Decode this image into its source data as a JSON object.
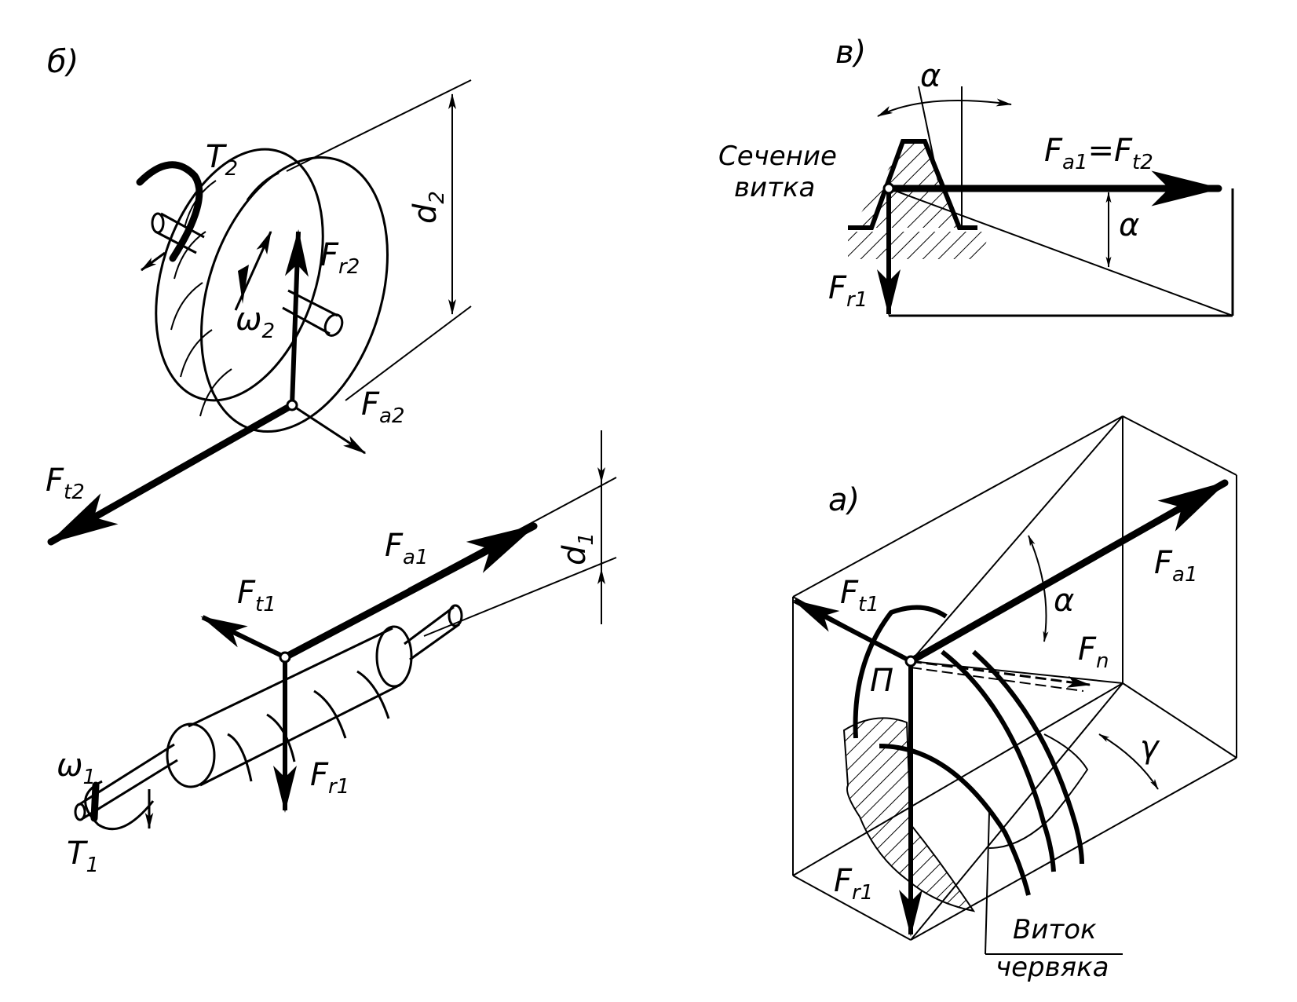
{
  "panels": {
    "b": {
      "label": "б)"
    },
    "v": {
      "label": "в)"
    },
    "a": {
      "label": "а)"
    }
  },
  "panel_b": {
    "T2": {
      "main": "T",
      "sub": "2"
    },
    "d2": {
      "main": "d",
      "sub": "2"
    },
    "Fr2": {
      "main": "F",
      "sub": "r2"
    },
    "omega2": {
      "main": "ω",
      "sub": "2"
    },
    "Fa2": {
      "main": "F",
      "sub": "a2"
    },
    "Ft2": {
      "main": "F",
      "sub": "t2"
    },
    "Fa1": {
      "main": "F",
      "sub": "a1"
    },
    "d1": {
      "main": "d",
      "sub": "1"
    },
    "Ft1": {
      "main": "F",
      "sub": "t1"
    },
    "omega1": {
      "main": "ω",
      "sub": "1"
    },
    "Fr1": {
      "main": "F",
      "sub": "r1"
    },
    "T1": {
      "main": "T",
      "sub": "1"
    }
  },
  "panel_v": {
    "alpha_top": "α",
    "section_line1": "Сечение",
    "section_line2": "витка",
    "eq_left": {
      "main": "F",
      "sub": "a1"
    },
    "eq_sign": "=",
    "eq_right": {
      "main": "F",
      "sub": "t2"
    },
    "alpha_right": "α",
    "Fr1": {
      "main": "F",
      "sub": "r1"
    }
  },
  "panel_a": {
    "Ft1": {
      "main": "F",
      "sub": "t1"
    },
    "Fa1": {
      "main": "F",
      "sub": "a1"
    },
    "alpha": "α",
    "Fn": {
      "main": "F",
      "sub": "n"
    },
    "P": "П",
    "gamma": "γ",
    "Fr1": {
      "main": "F",
      "sub": "r1"
    },
    "coil_line1": "Виток",
    "coil_line2": "червяка"
  }
}
